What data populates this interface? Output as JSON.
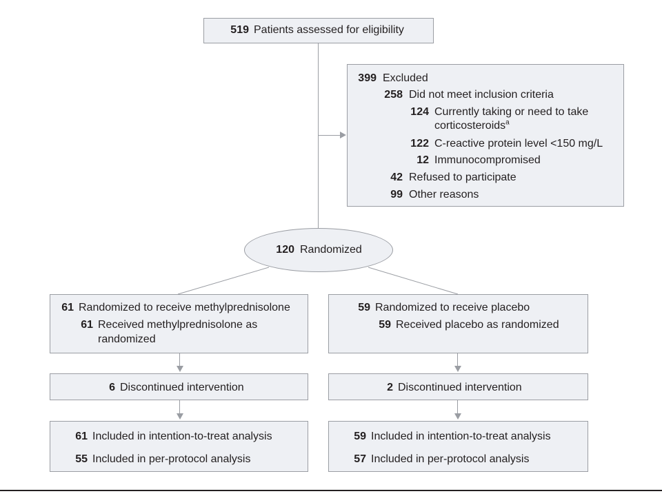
{
  "assessed": {
    "n": "519",
    "text": "Patients assessed for eligibility"
  },
  "excluded": {
    "n": "399",
    "text": "Excluded",
    "inclusion": {
      "n": "258",
      "text": "Did not meet inclusion criteria"
    },
    "steroids": {
      "n": "124",
      "line1": "Currently taking or need to take",
      "line2": "corticosteroids",
      "sup": "a"
    },
    "crp": {
      "n": "122",
      "text": "C-reactive protein level <150 mg/L"
    },
    "immuno": {
      "n": "12",
      "text": "Immunocompromised"
    },
    "refused": {
      "n": "42",
      "text": "Refused to participate"
    },
    "other": {
      "n": "99",
      "text": "Other reasons"
    }
  },
  "randomized": {
    "n": "120",
    "text": "Randomized"
  },
  "left": {
    "alloc": {
      "n": "61",
      "text": "Randomized to receive methylprednisolone"
    },
    "received": {
      "n": "61",
      "line1": "Received methylprednisolone as",
      "line2": "randomized"
    },
    "discontinued": {
      "n": "6",
      "text": "Discontinued intervention"
    },
    "itt": {
      "n": "61",
      "text": "Included in intention-to-treat analysis"
    },
    "pp": {
      "n": "55",
      "text": "Included in per-protocol analysis"
    }
  },
  "right": {
    "alloc": {
      "n": "59",
      "text": "Randomized to receive placebo"
    },
    "received": {
      "n": "59",
      "text": "Received placebo as randomized"
    },
    "discontinued": {
      "n": "2",
      "text": "Discontinued intervention"
    },
    "itt": {
      "n": "59",
      "text": "Included in intention-to-treat analysis"
    },
    "pp": {
      "n": "57",
      "text": "Included in per-protocol analysis"
    }
  }
}
